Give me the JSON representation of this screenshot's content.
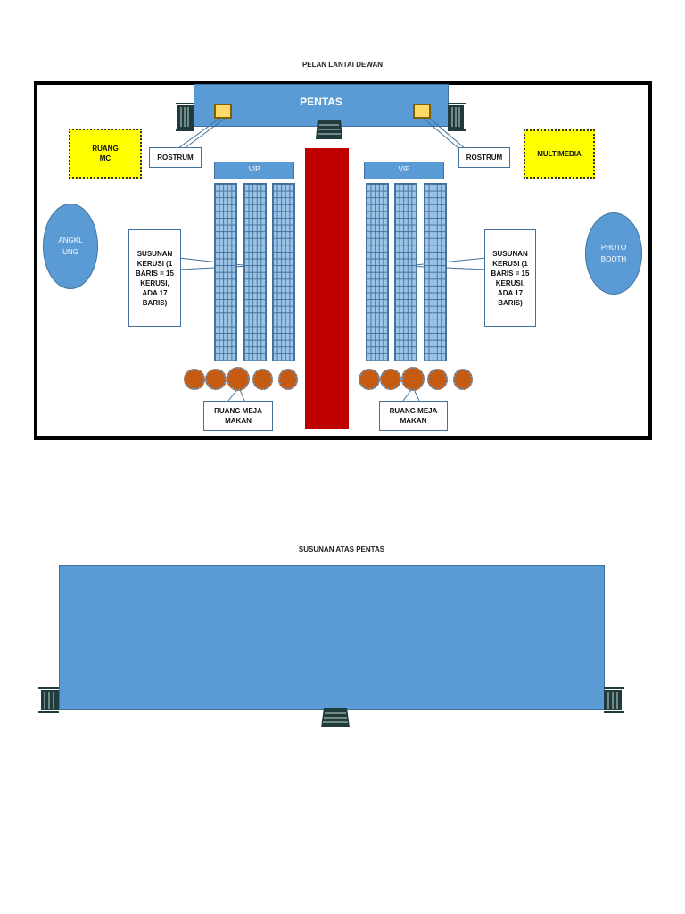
{
  "floor_plan": {
    "title": "PELAN LANTAI DEWAN",
    "stage_label": "PENTAS",
    "mc_room": "RUANG MC",
    "multimedia": "MULTIMEDIA",
    "rostrum_left": "ROSTRUM",
    "rostrum_right": "ROSTRUM",
    "vip_left": "VIP",
    "vip_right": "VIP",
    "sound_room": "ANGKL UNG",
    "photo_booth": "PHOTO BOOTH",
    "seating_left": "SUSUNAN KERUSI (1 BARIS = 15 KERUSI, ADA 17 BARIS)",
    "seating_right": "SUSUNAN KERUSI (1 BARIS = 15 KERUSI, ADA 17 BARIS)",
    "dining_left": "RUANG MEJA MAKAN",
    "dining_right": "RUANG MEJA MAKAN",
    "colors": {
      "blue": "#5b9bd5",
      "yellow": "#ffff00",
      "carpet": "#c00000",
      "table": "#c55a11"
    }
  },
  "stage_plan": {
    "title": "SUSUNAN ATAS PENTAS"
  }
}
